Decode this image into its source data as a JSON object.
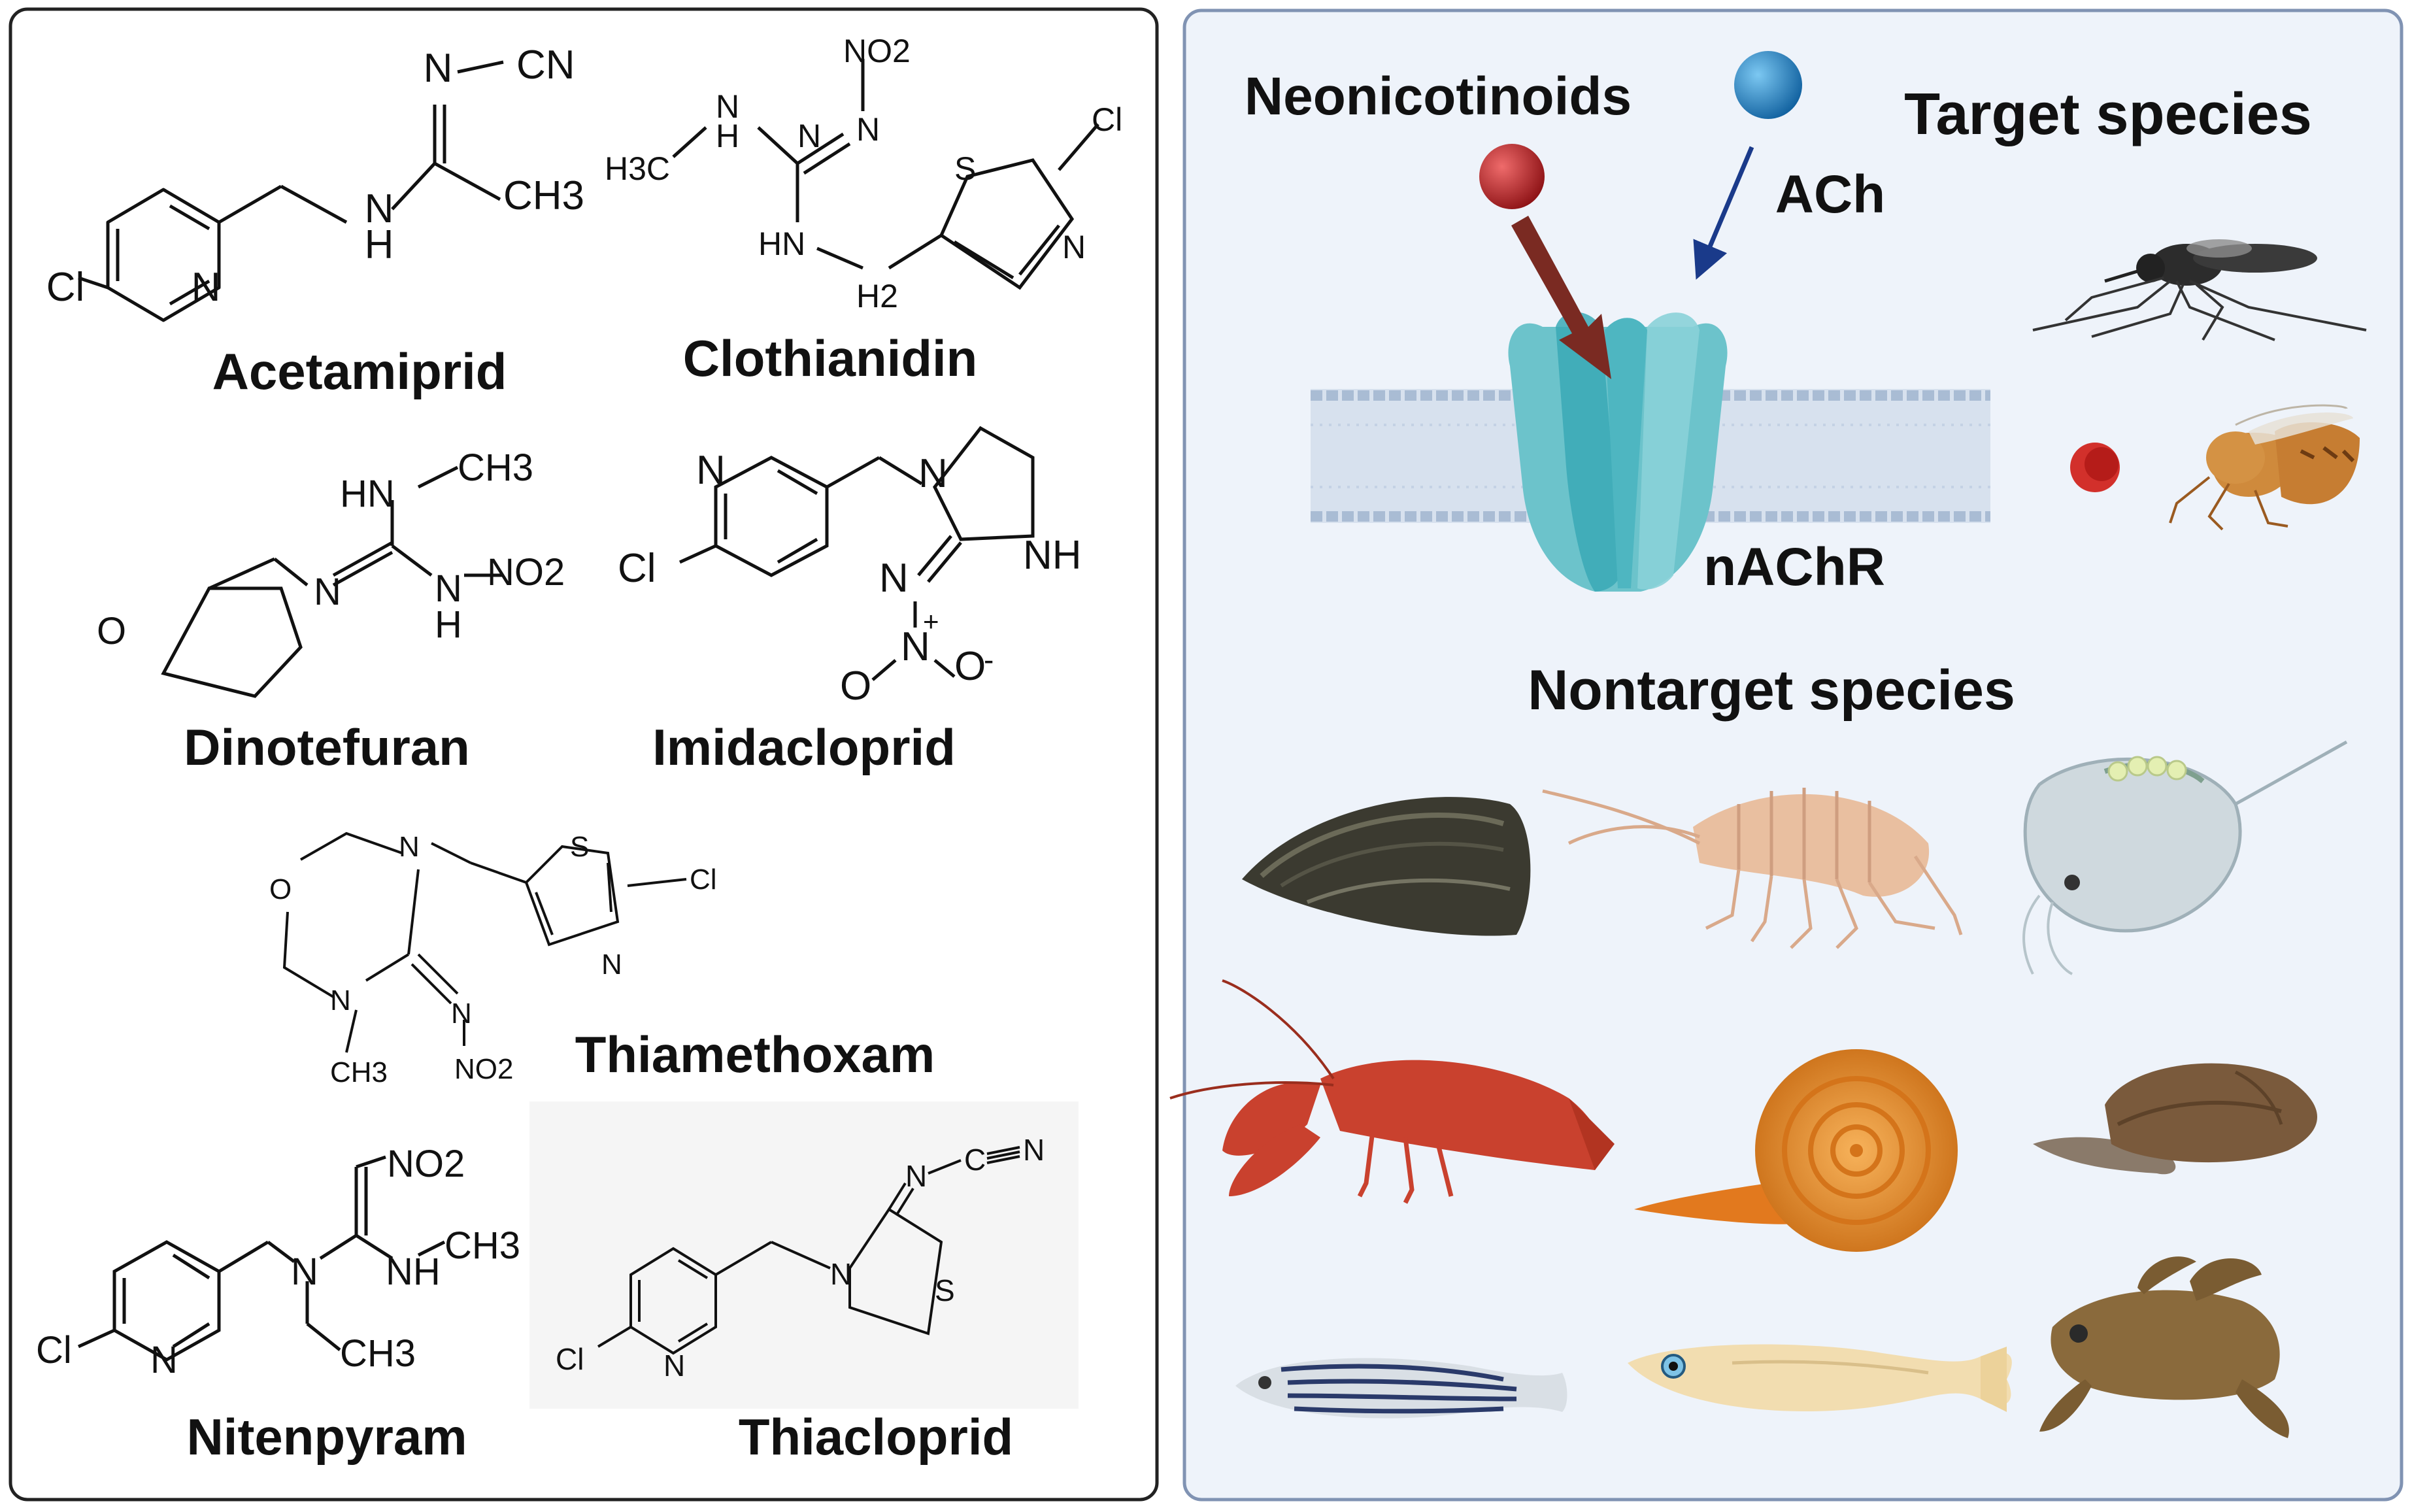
{
  "compounds": [
    {
      "name": "Acetamiprid"
    },
    {
      "name": "Clothianidin"
    },
    {
      "name": "Dinotefuran"
    },
    {
      "name": "Imidacloprid"
    },
    {
      "name": "Thiamethoxam"
    },
    {
      "name": "Nitenpyram"
    },
    {
      "name": "Thiacloprid"
    }
  ],
  "atoms": {
    "acetamiprid": [
      "N",
      "CN",
      "Cl",
      "N",
      "N",
      "H",
      "CH3"
    ],
    "clothianidin": [
      "NO2",
      "N",
      "H3C",
      "N",
      "H",
      "N",
      "HN",
      "H2",
      "S",
      "N",
      "Cl"
    ],
    "dinotefuran": [
      "HN",
      "CH3",
      "N",
      "N",
      "NO2",
      "H",
      "O"
    ],
    "imidacloprid": [
      "N",
      "Cl",
      "N",
      "NH",
      "N",
      "N",
      "+",
      "O",
      "-",
      "O"
    ],
    "thiamethoxam": [
      "O",
      "N",
      "N",
      "CH3",
      "N",
      "NO2",
      "S",
      "N",
      "Cl"
    ],
    "nitenpyram": [
      "NO2",
      "N",
      "NH",
      "CH3",
      "CH3",
      "Cl",
      "N"
    ],
    "thiacloprid": [
      "N",
      "C",
      "N",
      "N",
      "S",
      "Cl",
      "N"
    ]
  },
  "mechanism": {
    "neonicotinoids_label": "Neonicotinoids",
    "ach_label": "ACh",
    "receptor_label": "nAChR",
    "colors": {
      "neonic_ball": "#b81e22",
      "ach_ball": "#1f86c8",
      "receptor": "#6cc3cb",
      "membrane": "#c9d6e6",
      "panel_bg": "#eef3fa",
      "panel_border": "#8093b3"
    }
  },
  "target_species": {
    "heading": "Target species",
    "organisms": [
      "mosquito",
      "fruit-fly"
    ]
  },
  "nontarget_species": {
    "heading": "Nontarget species",
    "organisms": [
      "mussel",
      "amphipod",
      "daphnia",
      "crayfish",
      "ramshorn-snail",
      "pond-snail",
      "zebrafish",
      "medaka",
      "frog"
    ]
  }
}
